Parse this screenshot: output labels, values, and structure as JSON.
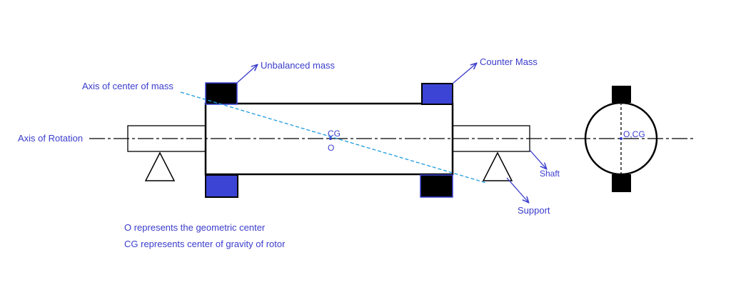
{
  "labels": {
    "unbalanced_mass": "Unbalanced mass",
    "counter_mass": "Counter Mass",
    "axis_center_of_mass": "Axis of center of mass",
    "axis_of_rotation": "Axis of Rotation",
    "cg": "CG",
    "o": "O",
    "shaft": "Shaft",
    "support": "Support",
    "end_view_center": "O,CG"
  },
  "notes": [
    "O represents the geometric center",
    "CG represents center of gravity of rotor"
  ],
  "colors": {
    "label_text": "#3a3ccc",
    "blue_mass": "#3b44d4",
    "black_mass": "#000000",
    "mass_axis_line": "#1a9be0",
    "arrow": "#3a3ccc"
  }
}
